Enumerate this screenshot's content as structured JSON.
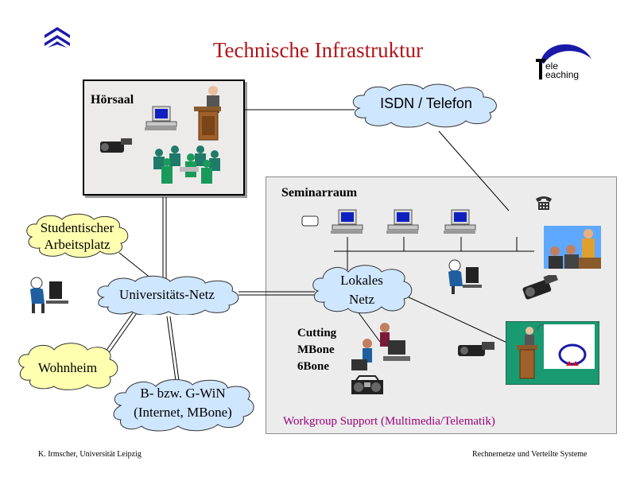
{
  "title": "Technische Infrastruktur",
  "logo_right": {
    "line1": "ele",
    "line2": "eaching",
    "initial": "T"
  },
  "rooms": {
    "hoersaal": "Hörsaal",
    "seminarraum": "Seminarraum"
  },
  "clouds": {
    "isdn": "ISDN / Telefon",
    "studentisch_line1": "Studentischer",
    "studentisch_line2": "Arbeitsplatz",
    "uninetz": "Universitäts-Netz",
    "lokal_line1": "Lokales",
    "lokal_line2": "Netz",
    "wohnheim": "Wohnheim",
    "gwin_line1": "B- bzw. G-WiN",
    "gwin_line2": "(Internet, MBone)"
  },
  "cutting": {
    "line1": "Cutting",
    "line2": "MBone",
    "line3": "6Bone"
  },
  "workgroup": "Workgroup Support (Multimedia/Telematik)",
  "footer": {
    "left": "K. Irmscher, Universität Leipzig",
    "right": "Rechnernetze und Verteilte Systeme"
  },
  "colors": {
    "title": "#b01418",
    "cloud_blue": "#cfe6ff",
    "cloud_yellow": "#ffffb0",
    "workgroup": "#99007a",
    "logo_blue": "#1a1aa8"
  }
}
